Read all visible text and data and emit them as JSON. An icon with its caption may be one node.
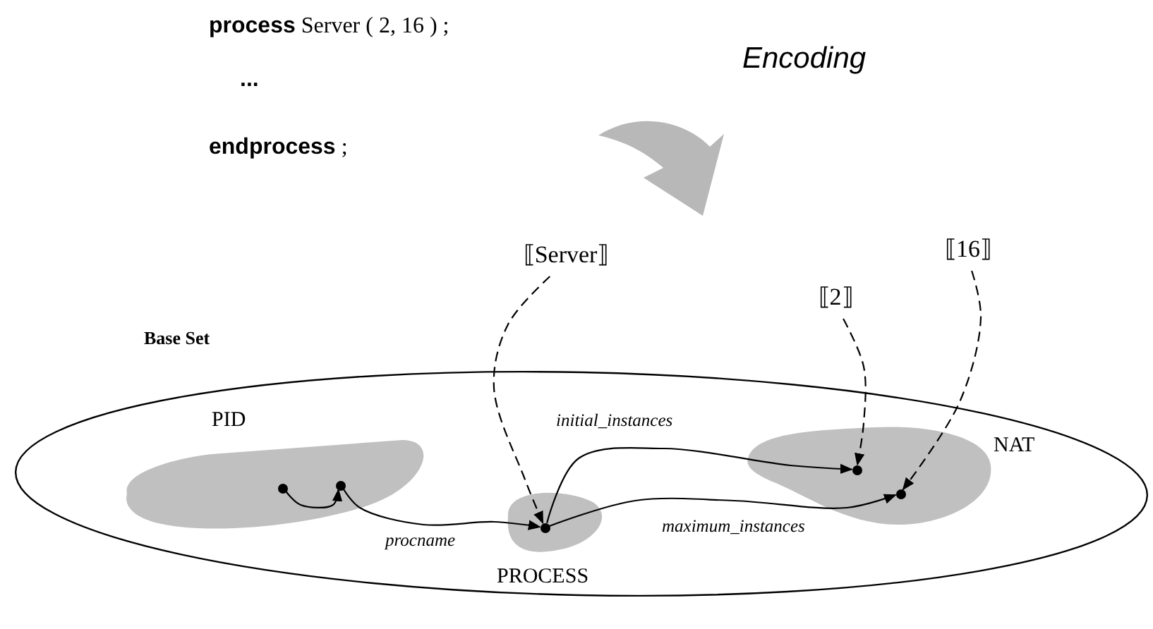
{
  "diagram": {
    "nodes": [
      {
        "text": [
          "⟦Server⟧"
        ]
      },
      {
        "text": [
          "⟦16⟧"
        ]
      },
      {
        "text": [
          "⟦2⟧"
        ]
      },
      {
        "text": [
          "Base Set"
        ]
      },
      {
        "text": [
          "PID"
        ],
        "in": 3
      },
      {
        "text": [],
        "shape": "circle",
        "in": 4
      },
      {
        "text": [],
        "shape": "circle",
        "in": 4
      },
      {
        "text": [
          "NAT"
        ],
        "in": 3
      },
      {
        "text": [],
        "shape": "circle",
        "in": 7
      },
      {
        "text": [],
        "shape": "circle",
        "in": 7
      },
      {
        "text": [
          "PROCESS"
        ],
        "in": 3
      },
      {
        "text": [],
        "shape": "circle",
        "in": 10
      }
    ],
    "edges": [
      {
        "from": 5,
        "to": 6,
        "arrow": "to"
      },
      {
        "from": 6,
        "to": 11,
        "arrow": "to",
        "label": "procname"
      },
      {
        "from": 11,
        "to": 8,
        "arrow": "to",
        "label": "initial_instances"
      },
      {
        "from": 11,
        "to": 9,
        "arrow": "to",
        "label": "maximum_instances"
      },
      {
        "from": 0,
        "to": 11,
        "arrow": "to",
        "style": "dashed"
      },
      {
        "from": 2,
        "to": 8,
        "arrow": "to",
        "style": "dashed"
      },
      {
        "from": 1,
        "to": 9,
        "arrow": "to",
        "style": "dashed"
      }
    ],
    "labels": [
      "**process** Server ( 2, 16 ) ;",
      "...",
      "**endprocess** ;",
      "Encoding"
    ]
  }
}
